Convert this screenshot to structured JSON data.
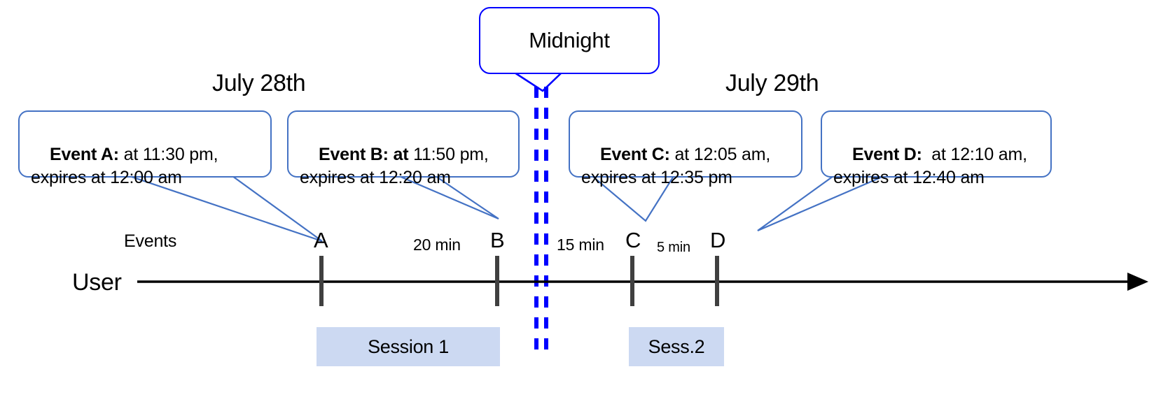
{
  "diagram": {
    "title": "Event session timeline across midnight",
    "colors": {
      "callout_border": "#4472c4",
      "midnight_border": "#0000ff",
      "midnight_dash": "#0000ff",
      "session_fill": "#ccd9f2",
      "axis": "#000000",
      "marker": "#404040"
    }
  },
  "midnight": {
    "label": "Midnight"
  },
  "dates": {
    "left": "July 28th",
    "right": "July 29th"
  },
  "axis": {
    "row_label": "User",
    "events_label": "Events"
  },
  "events": [
    {
      "id": "A",
      "marker": "A",
      "bold": "Event A:",
      "rest": " at 11:30 pm,\nexpires at 12:00 am"
    },
    {
      "id": "B",
      "marker": "B",
      "bold": "Event B: at",
      "rest": " 11:50 pm,\nexpires at 12:20 am"
    },
    {
      "id": "C",
      "marker": "C",
      "bold": "Event C:",
      "rest": " at 12:05 am,\nexpires at 12:35 pm"
    },
    {
      "id": "D",
      "marker": "D",
      "bold": "Event D:",
      "rest": "  at 12:10 am,\nexpires at 12:40 am"
    }
  ],
  "gaps": [
    {
      "id": "ab",
      "label": "20 min"
    },
    {
      "id": "bc",
      "label": "15 min"
    },
    {
      "id": "cd",
      "label": "5 min"
    }
  ],
  "sessions": [
    {
      "id": "s1",
      "label": "Session 1"
    },
    {
      "id": "s2",
      "label": "Sess.2"
    }
  ]
}
